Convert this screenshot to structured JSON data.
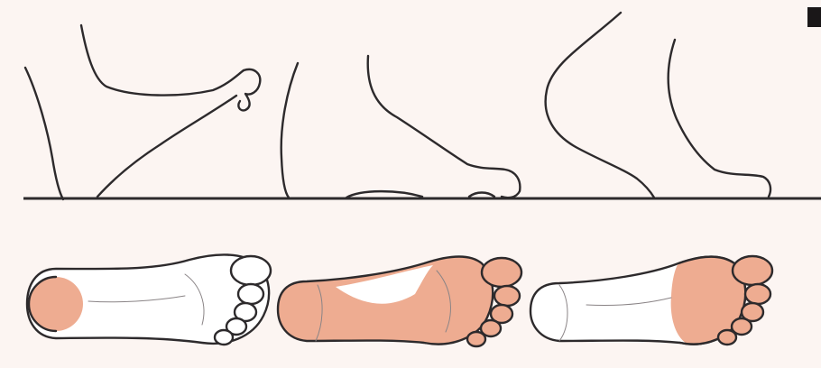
{
  "illustration": {
    "subject": "foot-contact-diagram",
    "colors": {
      "background": "#fcf5f2",
      "line": "#2d2a2c",
      "contact_fill": "#eeac91",
      "sole_fill": "#ffffff"
    },
    "panels": [
      {
        "id": "tiptoe",
        "contact_areas": [
          "heel"
        ]
      },
      {
        "id": "flat-foot",
        "contact_areas": [
          "heel",
          "arch",
          "ball",
          "toes"
        ]
      },
      {
        "id": "heel-raised",
        "contact_areas": [
          "ball",
          "toes"
        ]
      }
    ]
  }
}
